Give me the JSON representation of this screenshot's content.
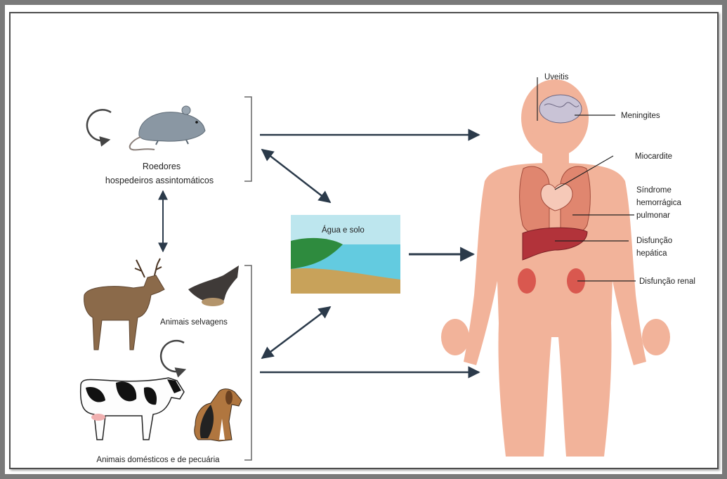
{
  "groups": {
    "rodents": "Roedores",
    "rodents_sub": "hospedeiros assintomáticos",
    "wild": "Animais selvagens",
    "domestic": "Animais domésticos e de pecuária"
  },
  "environment": "Água e solo",
  "conditions": {
    "uveitis": "Uveitis",
    "meningitis": "Meningites",
    "myocarditis": "Miocardite",
    "hemorrhagic_1": "Síndrome",
    "hemorrhagic_2": "hemorrágica",
    "hemorrhagic_3": "pulmonar",
    "hepatic_1": "Disfunção",
    "hepatic_2": "hepática",
    "renal": "Disfunção renal"
  },
  "colors": {
    "arrow": "#2b3a4a",
    "skin": "#f2b39a",
    "water": "#63cbe0",
    "grass": "#2e8b3e",
    "soil": "#c8a25a"
  }
}
